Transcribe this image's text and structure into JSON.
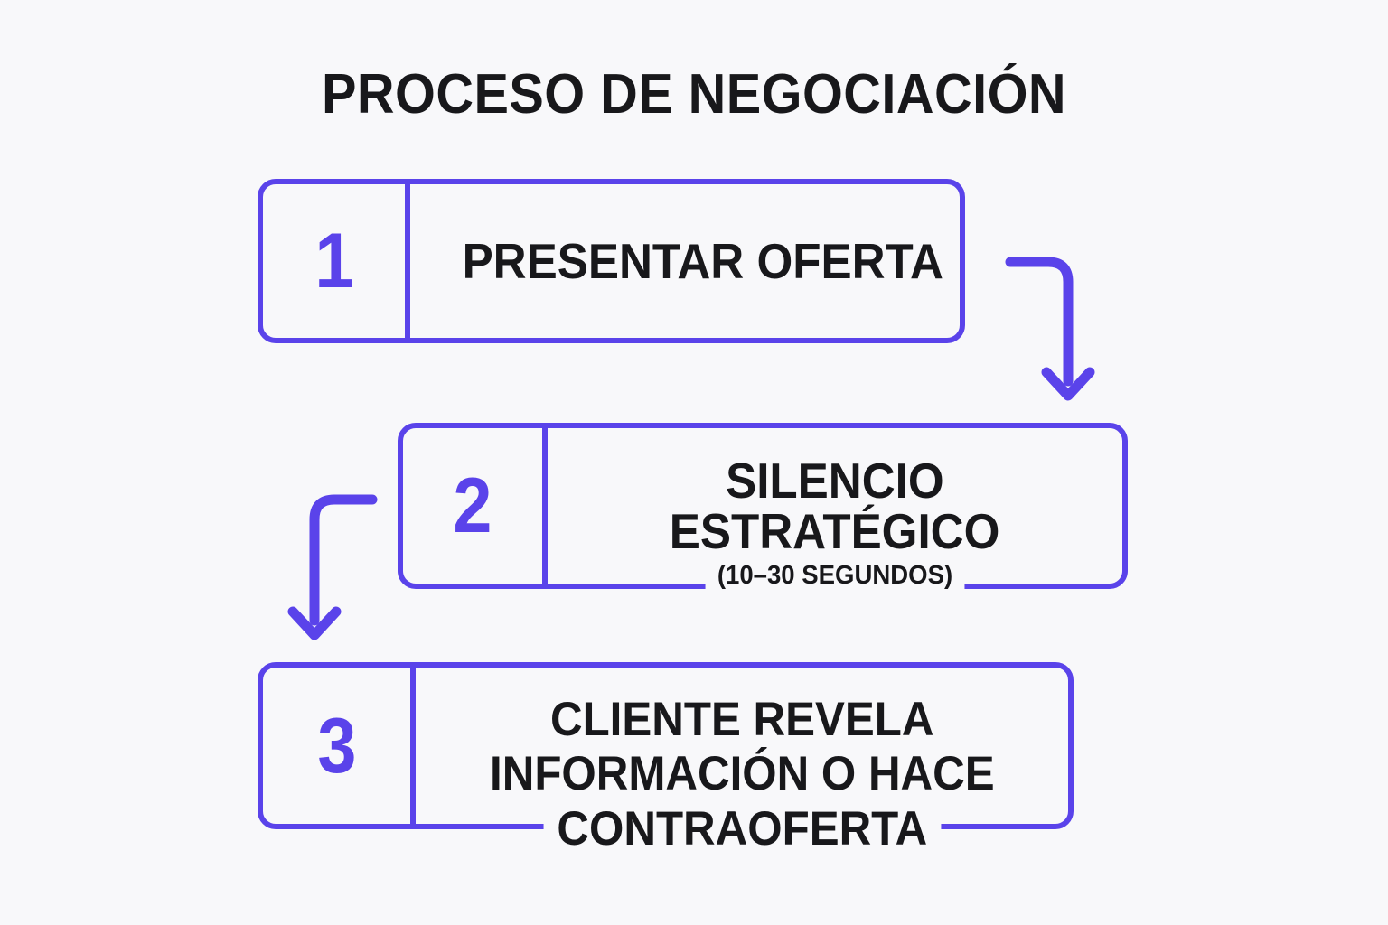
{
  "page": {
    "title": "PROCESO DE NEGOCIACIÓN",
    "background_color": "#f8f8fa",
    "accent_color": "#5a43ea",
    "text_color": "#18181b"
  },
  "diagram": {
    "type": "flowchart-vertical-steps",
    "steps": [
      {
        "number": "1",
        "label_lines": [
          "PRESENTAR OFERTA"
        ],
        "sublabel": ""
      },
      {
        "number": "2",
        "label_lines": [
          "SILENCIO",
          "ESTRATÉGICO"
        ],
        "sublabel": "(10–30 SEGUNDOS)"
      },
      {
        "number": "3",
        "label_lines": [
          "CLIENTE REVELA",
          "INFORMACIÓN O HACE",
          "CONTRAOFERTA"
        ],
        "sublabel": ""
      }
    ],
    "connectors": [
      {
        "name": "arrow-step1-to-step2",
        "direction": "down-left-to-right"
      },
      {
        "name": "arrow-step2-to-step3",
        "direction": "down-right-to-left"
      }
    ]
  }
}
